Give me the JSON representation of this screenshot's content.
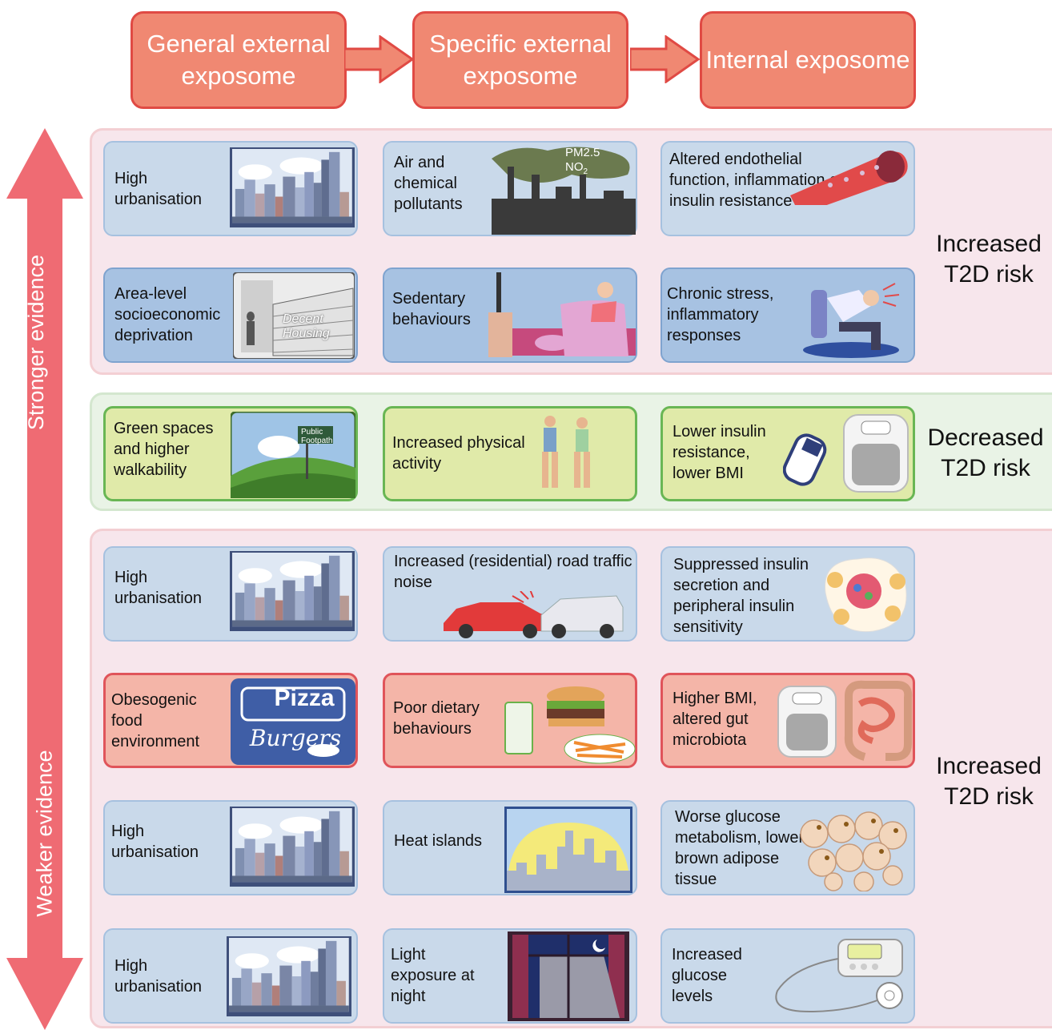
{
  "header": {
    "stages": [
      "General external exposome",
      "Specific external exposome",
      "Internal exposome"
    ]
  },
  "evidence_axis": {
    "top_label": "Stronger evidence",
    "bottom_label": "Weaker evidence",
    "color": "#ef6b73"
  },
  "risk_labels": {
    "increased_top": "Increased T2D risk",
    "decreased": "Decreased T2D risk",
    "increased_bottom": "Increased T2D risk"
  },
  "rows": [
    {
      "general": "High urbanisation",
      "specific": "Air and chemical pollutants",
      "internal": "Altered endothelial function, inflammation and insulin resistance",
      "pollutants": [
        "PM2.5",
        "NO2"
      ]
    },
    {
      "general": "Area-level socioeconomic deprivation",
      "specific": "Sedentary behaviours",
      "internal": "Chronic stress, inflammatory responses",
      "wall_text": "Decent Housing"
    },
    {
      "general": "Green spaces and higher walkability",
      "specific": "Increased physical activity",
      "internal": "Lower insulin resistance, lower BMI",
      "sign_text": "Public Footpath"
    },
    {
      "general": "High urbanisation",
      "specific": "Increased (residential) road traffic noise",
      "internal": "Suppressed insulin secretion and peripheral insulin sensitivity"
    },
    {
      "general": "Obesogenic food environment",
      "specific": "Poor dietary behaviours",
      "internal": "Higher BMI, altered gut microbiota",
      "sign_top": "Pizza",
      "sign_bottom": "Burgers"
    },
    {
      "general": "High urbanisation",
      "specific": "Heat islands",
      "internal": "Worse glucose metabolism, lower brown adipose tissue"
    },
    {
      "general": "High urbanisation",
      "specific": "Light exposure at night",
      "internal": "Increased glucose levels"
    }
  ],
  "colors": {
    "header_fill": "#f08872",
    "header_border": "#e04a44",
    "band_red": "#f7e6ec",
    "band_green": "#e9f3e6",
    "card_blue": "#c9d9ea",
    "card_green": "#e0eaa9",
    "card_red": "#f4b5a8"
  }
}
